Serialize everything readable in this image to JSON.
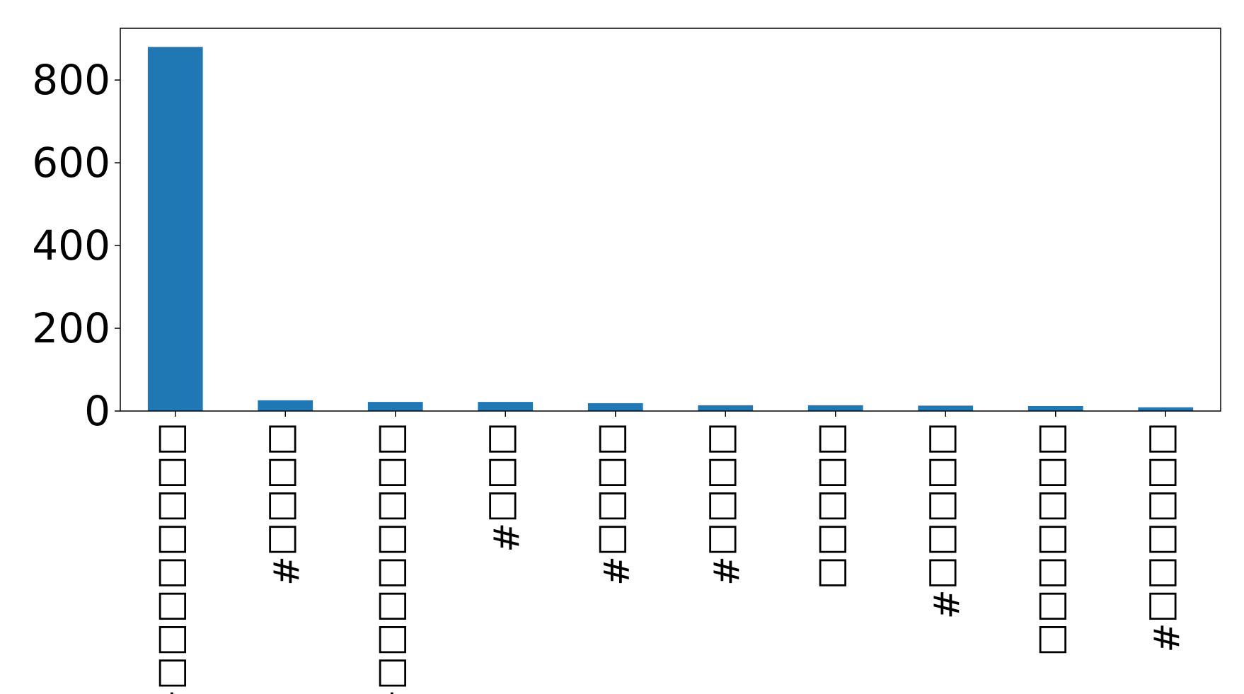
{
  "chart_data": {
    "type": "bar",
    "title": "",
    "xlabel": "",
    "ylabel": "",
    "categories": [
      "□□□□□□□□#",
      "□□□□#",
      "□□□□□□□□#",
      "□□□#",
      "□□□□#",
      "□□□□#",
      "□□□□□",
      "□□□□□#",
      "□□□□□□□",
      "□□□□□□#"
    ],
    "values": [
      880,
      26,
      22,
      22,
      19,
      14,
      14,
      13,
      12,
      9
    ],
    "ylim": [
      0,
      925
    ],
    "yticks": [
      0,
      200,
      400,
      600,
      800
    ],
    "grid": false,
    "legend": "none",
    "bar_color": "#1f77b4"
  }
}
